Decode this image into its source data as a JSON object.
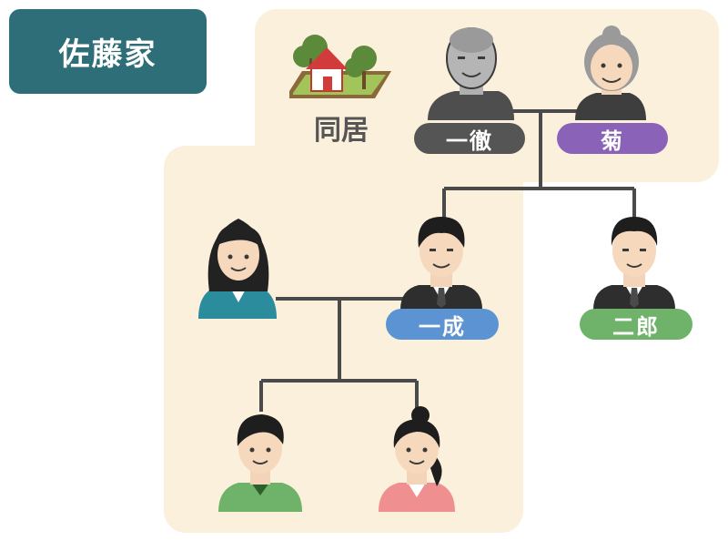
{
  "family_title": "佐藤家",
  "cohabit_label": "同居",
  "colors": {
    "title_bg": "#2e6e78",
    "region_bg": "#fbf0dc",
    "line": "#4a4a4a",
    "tag_grandfather": "#555555",
    "tag_grandmother": "#8a63b8",
    "tag_son": "#5b93d3",
    "tag_second_son": "#6fb36a"
  },
  "members": {
    "grandfather": {
      "name": "一徹"
    },
    "grandmother": {
      "name": "菊"
    },
    "son": {
      "name": "一成"
    },
    "second_son": {
      "name": "二郎"
    }
  }
}
